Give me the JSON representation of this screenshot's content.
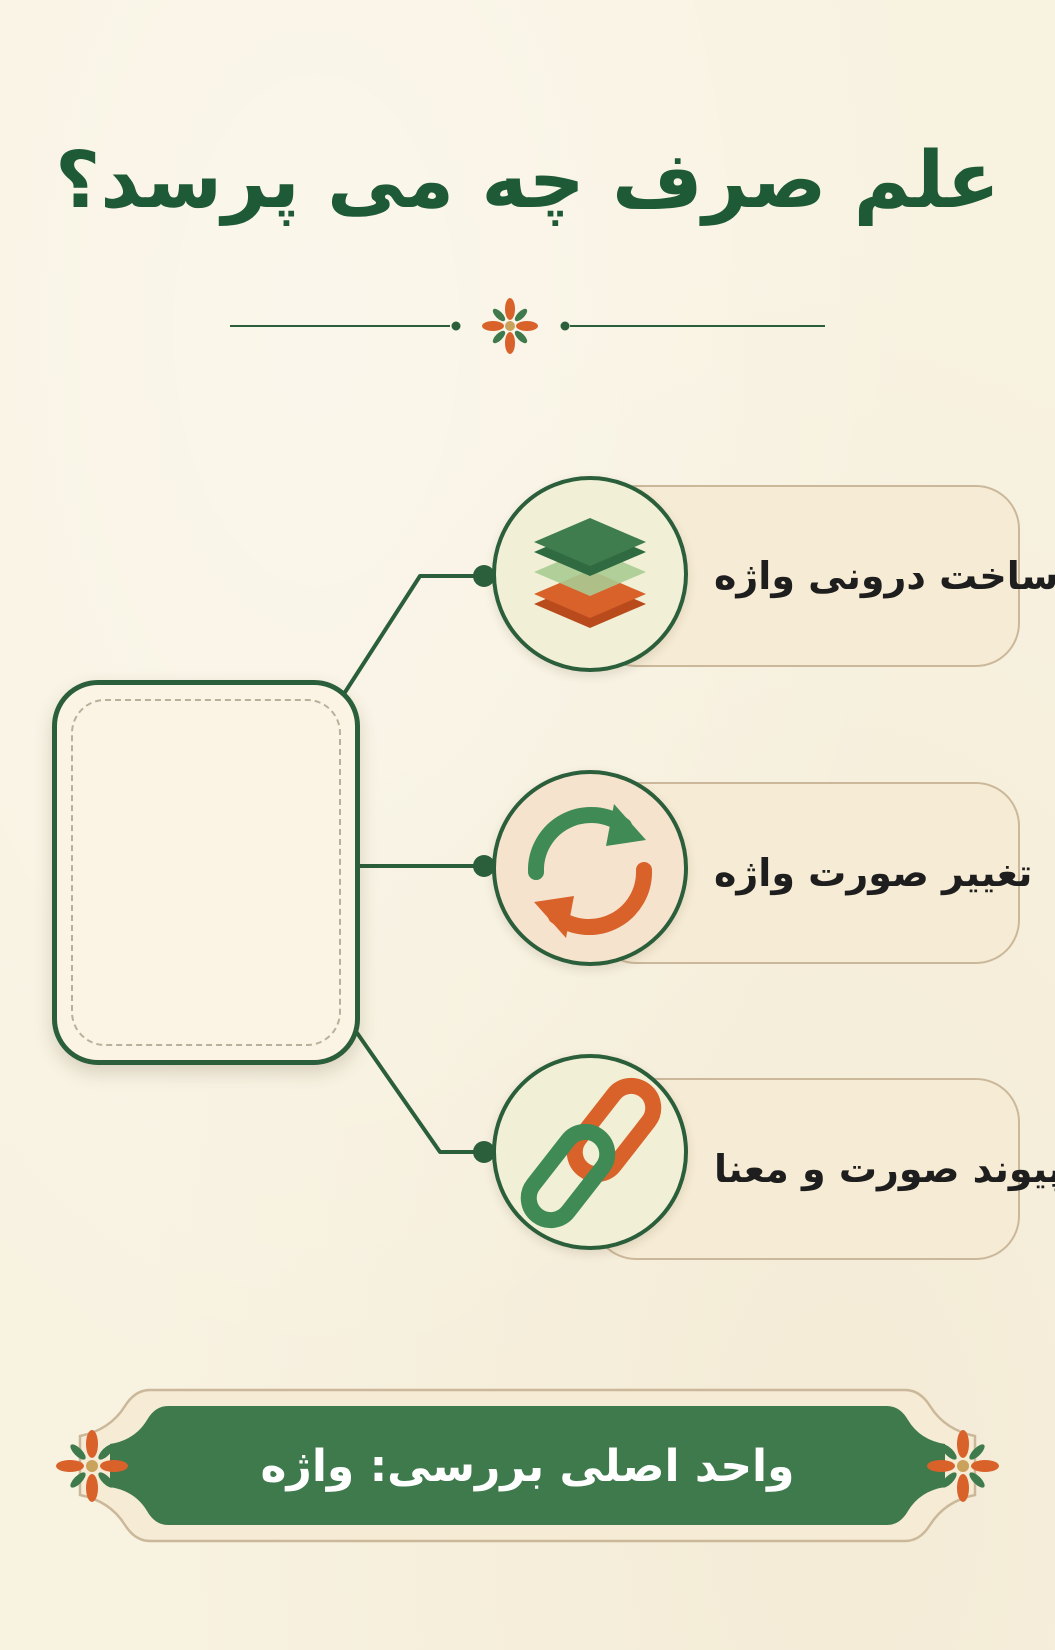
{
  "title": "علم صرف چه می پرسد؟",
  "branches": [
    {
      "label": "ساخت درونی واژه",
      "icon": "layers-icon"
    },
    {
      "label": "تغییر صورت واژه",
      "icon": "refresh-arrows-icon"
    },
    {
      "label": "پیوند صورت و معنا",
      "icon": "chain-link-icon"
    }
  ],
  "footer": {
    "label": "واحد اصلی بررسی:  واژه"
  },
  "colors": {
    "background": "#f8f2e1",
    "primary_green": "#2b5e3a",
    "accent_orange": "#d9622b",
    "light_green": "#9cc28a",
    "pill_fill": "#f6ebd4"
  }
}
